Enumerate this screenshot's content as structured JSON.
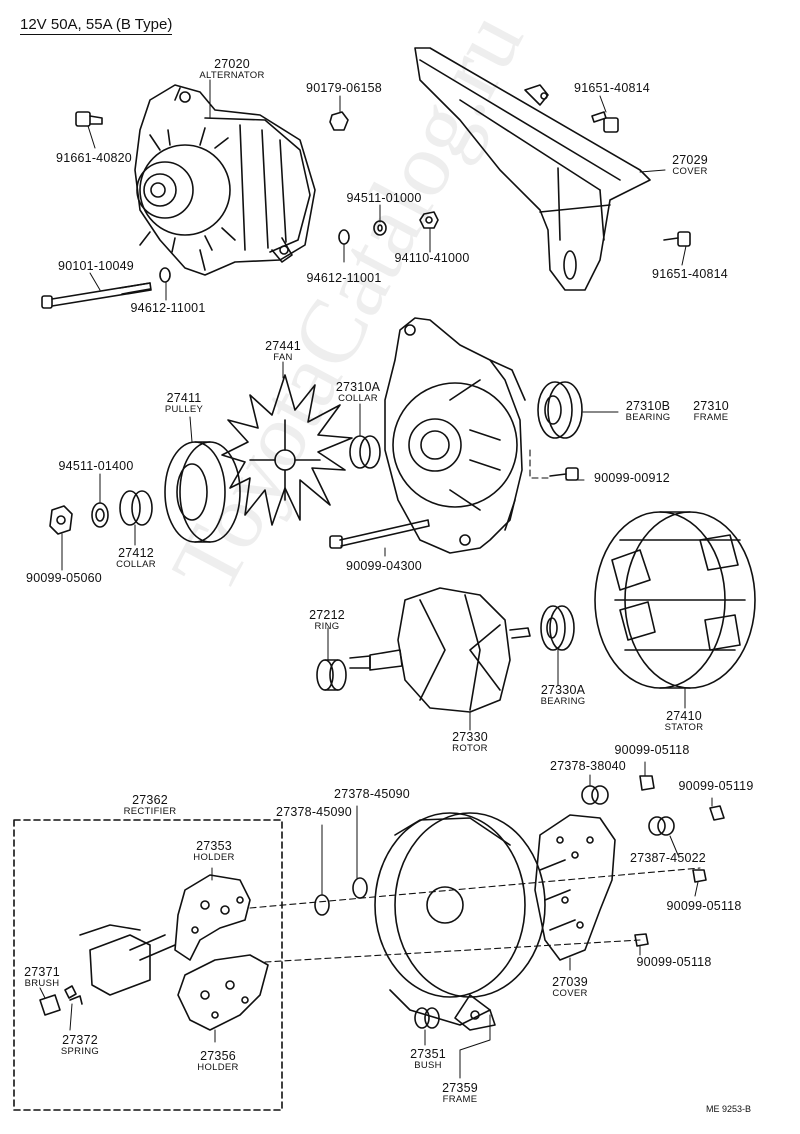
{
  "title": "12V 50A, 55A (B Type)",
  "footer": "ME 9253-B",
  "watermark": "ToyotaCatalog.ru",
  "parts": {
    "alternator": {
      "num": "27020",
      "name": "ALTERNATOR"
    },
    "bolt_90179": {
      "num": "90179-06158"
    },
    "bolt_91651a": {
      "num": "91651-40814"
    },
    "cover_27029": {
      "num": "27029",
      "name": "COVER"
    },
    "bolt_91661": {
      "num": "91661-40820"
    },
    "washer_94511_01000": {
      "num": "94511-01000"
    },
    "nut_94110": {
      "num": "94110-41000"
    },
    "washer_94612a": {
      "num": "94612-11001"
    },
    "bolt_91651b": {
      "num": "91651-40814"
    },
    "bolt_90101": {
      "num": "90101-10049"
    },
    "washer_94612b": {
      "num": "94612-11001"
    },
    "fan": {
      "num": "27441",
      "name": "FAN"
    },
    "pulley": {
      "num": "27411",
      "name": "PULLEY"
    },
    "collar_27310a": {
      "num": "27310A",
      "name": "COLLAR"
    },
    "bearing_27310b": {
      "num": "27310B",
      "name": "BEARING"
    },
    "frame_27310": {
      "num": "27310",
      "name": "FRAME"
    },
    "washer_94511_01400": {
      "num": "94511-01400"
    },
    "screw_90099_00912": {
      "num": "90099-00912"
    },
    "collar_27412": {
      "num": "27412",
      "name": "COLLAR"
    },
    "nut_90099_05060": {
      "num": "90099-05060"
    },
    "bolt_90099_04300": {
      "num": "90099-04300"
    },
    "ring_27212": {
      "num": "27212",
      "name": "RING"
    },
    "bearing_27330a": {
      "num": "27330A",
      "name": "BEARING"
    },
    "stator": {
      "num": "27410",
      "name": "STATOR"
    },
    "rotor": {
      "num": "27330",
      "name": "ROTOR"
    },
    "nut_90099_05118a": {
      "num": "90099-05118"
    },
    "ins_27378_38040": {
      "num": "27378-38040"
    },
    "nut_90099_05119": {
      "num": "90099-05119"
    },
    "rectifier": {
      "num": "27362",
      "name": "RECTIFIER"
    },
    "ins_27378_45090a": {
      "num": "27378-45090"
    },
    "ins_27378_45090b": {
      "num": "27378-45090"
    },
    "holder_27353": {
      "num": "27353",
      "name": "HOLDER"
    },
    "ins_27387": {
      "num": "27387-45022"
    },
    "nut_90099_05118b": {
      "num": "90099-05118"
    },
    "brush": {
      "num": "27371",
      "name": "BRUSH"
    },
    "nut_90099_05118c": {
      "num": "90099-05118"
    },
    "cover_27039": {
      "num": "27039",
      "name": "COVER"
    },
    "spring": {
      "num": "27372",
      "name": "SPRING"
    },
    "bush": {
      "num": "27351",
      "name": "BUSH"
    },
    "holder_27356": {
      "num": "27356",
      "name": "HOLDER"
    },
    "frame_27359": {
      "num": "27359",
      "name": "FRAME"
    }
  }
}
